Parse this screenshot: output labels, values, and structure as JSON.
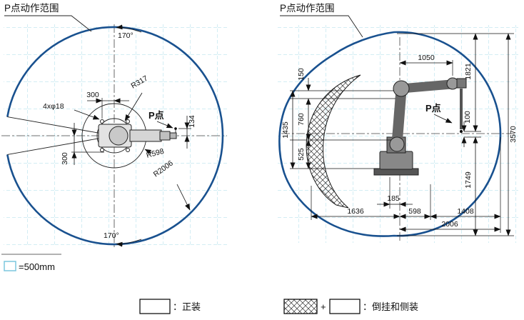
{
  "titles": {
    "left": "P点动作范围",
    "right": "P点动作范围"
  },
  "left_view": {
    "angle_top": "170°",
    "angle_bottom": "170°",
    "dim_base_width": "300",
    "bolt_holes": "4xφ18",
    "radius_inner": "R317",
    "p_point": "P点",
    "dim_p_offset": "134",
    "radius_mid": "R598",
    "radius_max": "R2006",
    "dim_base_depth": "300"
  },
  "right_view": {
    "dim_arm_reach_top": "1050",
    "dim_top_to_p": "1821",
    "dim_150": "150",
    "dim_760": "760",
    "dim_1435": "1435",
    "dim_525": "525",
    "p_point": "P点",
    "dim_100": "100",
    "dim_total_height": "3570",
    "dim_p_to_bottom": "1749",
    "dim_185": "185",
    "dim_left_reach": "1636",
    "dim_598": "598",
    "dim_1408": "1408",
    "dim_max_reach": "2006"
  },
  "legend": {
    "grid_scale": "=500mm",
    "normal_mount_label": "：正装",
    "plus": "+",
    "inverted_mount_label": "：倒挂和侧装"
  },
  "colors": {
    "outline_blue": "#19518f",
    "grid_blue": "#a7dbe8"
  }
}
